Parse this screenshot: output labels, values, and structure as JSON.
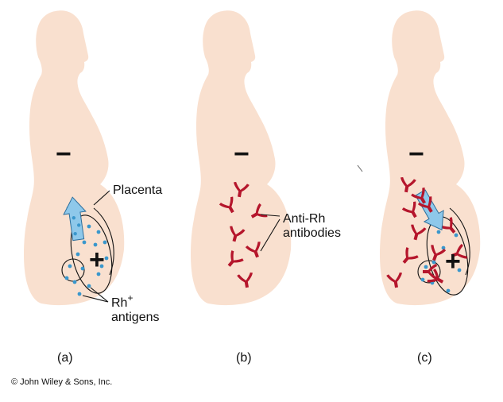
{
  "panels": [
    {
      "caption": "(a)",
      "mother_sign": "−",
      "fetus_sign": "+"
    },
    {
      "caption": "(b)",
      "mother_sign": "−"
    },
    {
      "caption": "(c)",
      "mother_sign": "−",
      "fetus_sign": "+"
    }
  ],
  "labels": {
    "placenta": "Placenta",
    "rh_main": "Rh",
    "rh_sup": "+",
    "antigens": "antigens",
    "anti_rh": "Anti-Rh",
    "antibodies": "antibodies"
  },
  "copyright": "© John Wiley & Sons, Inc.",
  "colors": {
    "skin": "#f9e0cf",
    "antigen_dot": "#3a97cc",
    "antibody": "#b5162c",
    "arrow_blue": "#8ec8ea"
  },
  "icons": [
    "antibody-y-icon",
    "antigen-dot-icon",
    "up-arrow-icon"
  ]
}
